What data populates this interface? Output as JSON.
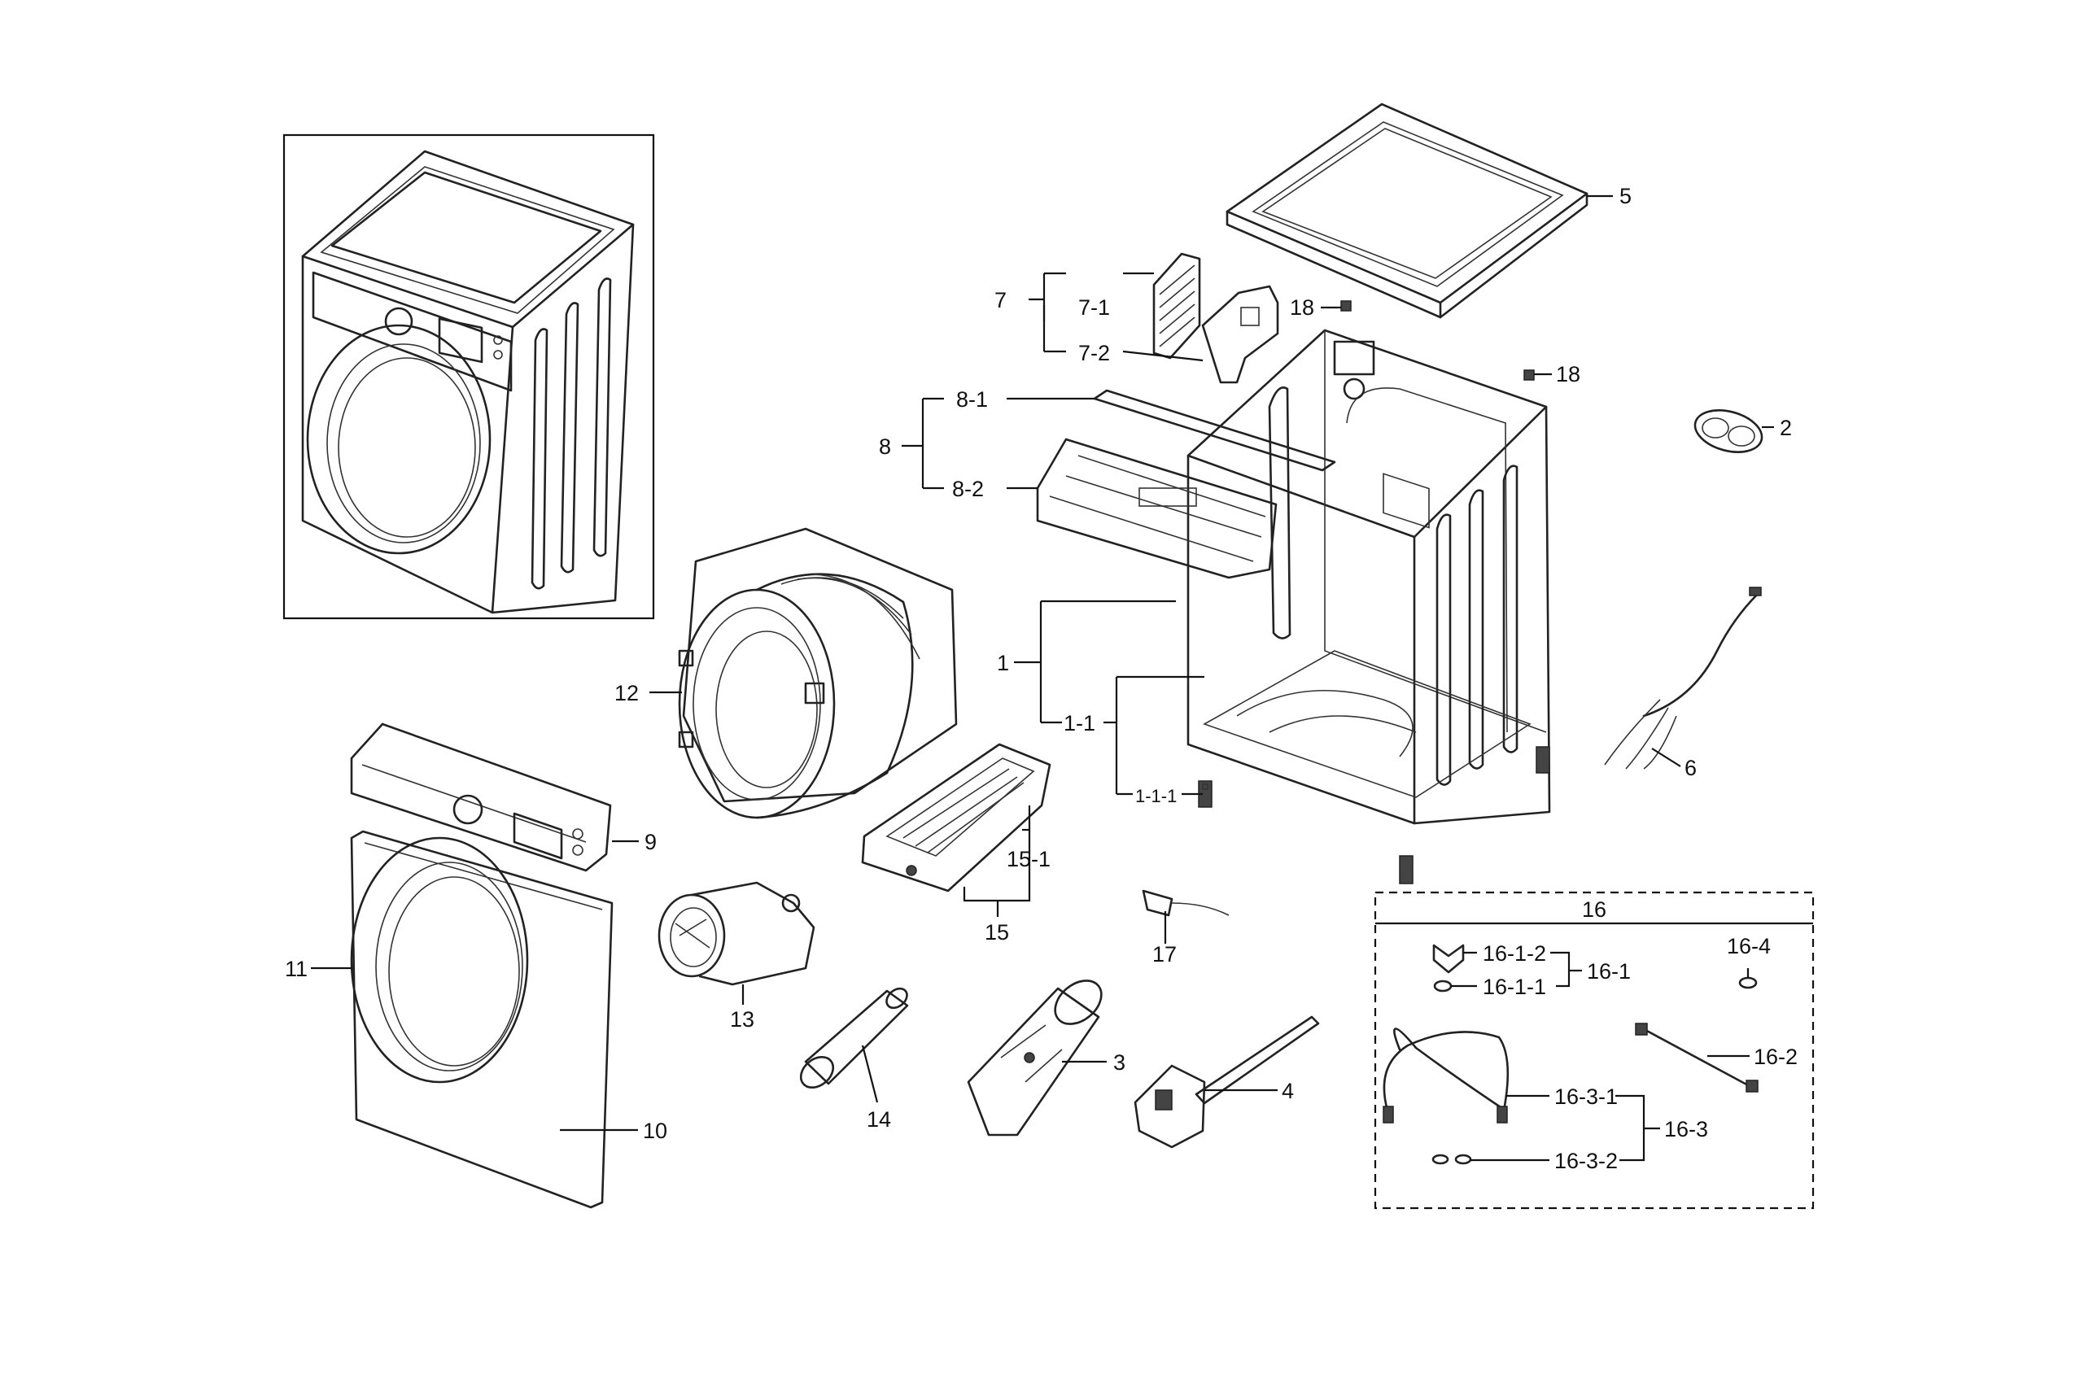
{
  "labels": {
    "l1": "1",
    "l1_1": "1-1",
    "l1_1_1": "1-1-1",
    "l2": "2",
    "l3": "3",
    "l4": "4",
    "l5": "5",
    "l6": "6",
    "l7": "7",
    "l7_1": "7-1",
    "l7_2": "7-2",
    "l8": "8",
    "l8_1": "8-1",
    "l8_2": "8-2",
    "l9": "9",
    "l10": "10",
    "l11": "11",
    "l12": "12",
    "l13": "13",
    "l14": "14",
    "l15": "15",
    "l15_1": "15-1",
    "l16": "16",
    "l16_1": "16-1",
    "l16_1_1": "16-1-1",
    "l16_1_2": "16-1-2",
    "l16_2": "16-2",
    "l16_3": "16-3",
    "l16_3_1": "16-3-1",
    "l16_3_2": "16-3-2",
    "l16_4": "16-4",
    "l17": "17",
    "l18a": "18",
    "l18b": "18"
  }
}
